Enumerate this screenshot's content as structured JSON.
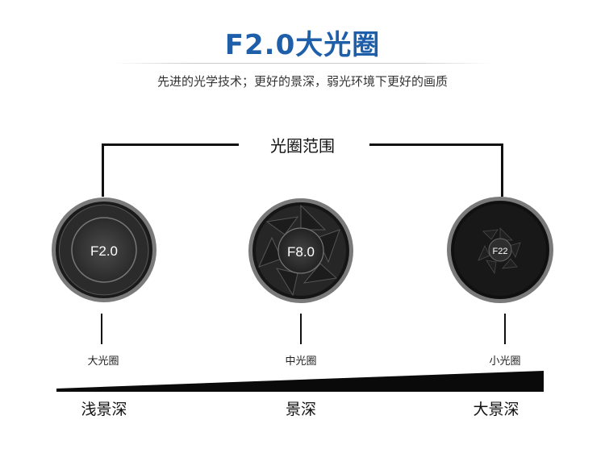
{
  "header": {
    "title": "F2.0大光圈",
    "subtitle": "先进的光学技术；更好的景深，弱光环境下更好的画质"
  },
  "range": {
    "label": "光圈范围"
  },
  "lenses": [
    {
      "fstop": "F2.0",
      "caption": "大光圈"
    },
    {
      "fstop": "F8.0",
      "caption": "中光圈"
    },
    {
      "fstop": "F22",
      "caption": "小光圈"
    }
  ],
  "depth": {
    "labels": [
      "浅景深",
      "景深",
      "大景深"
    ]
  },
  "colors": {
    "title": "#1f5fa9",
    "ring": "#3a3a3a",
    "blade": "#1a1a1a"
  }
}
